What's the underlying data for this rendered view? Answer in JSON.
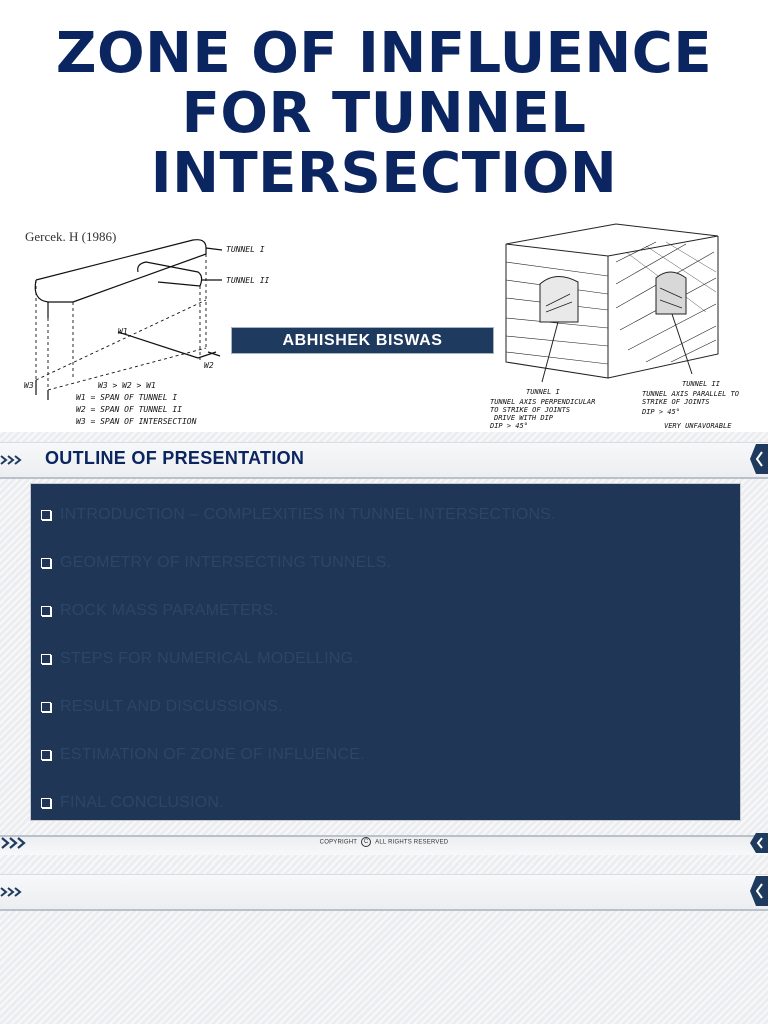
{
  "title_slide": {
    "title_lines": [
      "ZONE OF INFLUENCE",
      "FOR TUNNEL",
      "INTERSECTION"
    ],
    "citation": "Gercek. H (1986)",
    "author": "ABHISHEK BISWAS",
    "left_figure": {
      "labels": {
        "tunnel_1": "TUNNEL  I",
        "tunnel_2": "TUNNEL  II",
        "w1": "W1",
        "w2": "W2",
        "w3": "W3",
        "relation": "W3 > W2 > W1",
        "legend_1": "W1 = SPAN  OF  TUNNEL  I",
        "legend_2": "W2 = SPAN  OF  TUNNEL  II",
        "legend_3": "W3 = SPAN  OF  INTERSECTION"
      }
    },
    "right_figure": {
      "labels": {
        "tunnel_1": "TUNNEL I",
        "tunnel_1_desc_1": "TUNNEL AXIS PERPENDICULAR",
        "tunnel_1_desc_2": "TO STRIKE OF JOINTS",
        "tunnel_1_desc_3": "DRIVE WITH DIP",
        "tunnel_1_desc_4": "DIP > 45°",
        "tunnel_2": "TUNNEL II",
        "tunnel_2_desc_1": "TUNNEL AXIS PARALLEL TO",
        "tunnel_2_desc_2": "STRIKE OF JOINTS",
        "tunnel_2_desc_3": "DIP > 45°",
        "tunnel_2_desc_4": "VERY  UNFAVORABLE"
      }
    }
  },
  "outline_slide": {
    "heading": "OUTLINE OF PRESENTATION",
    "items": [
      "INTRODUCTION – COMPLEXITIES IN TUNNEL INTERSECTIONS.",
      "GEOMETRY OF INTERSECTING TUNNELS.",
      "ROCK MASS PARAMETERS.",
      "STEPS FOR NUMERICAL MODELLING.",
      "RESULT AND DISCUSSIONS.",
      "ESTIMATION OF ZONE OF INFLUENCE.",
      "FINAL CONCLUSION."
    ],
    "footer": {
      "left": "COPYRIGHT",
      "symbol": "C",
      "right": "ALL RIGHTS RESERVED"
    }
  },
  "colors": {
    "title_navy": "#0b2561",
    "badge_bg": "#1f3a5f",
    "content_box_bg": "#1f3656",
    "item_text": "#2d4567",
    "slide_bg": "#f1f2f4"
  },
  "icons": {
    "band_left": "double-chevron-icon",
    "band_right": "chevron-tab-icon",
    "bullet": "square-bullet-icon"
  }
}
